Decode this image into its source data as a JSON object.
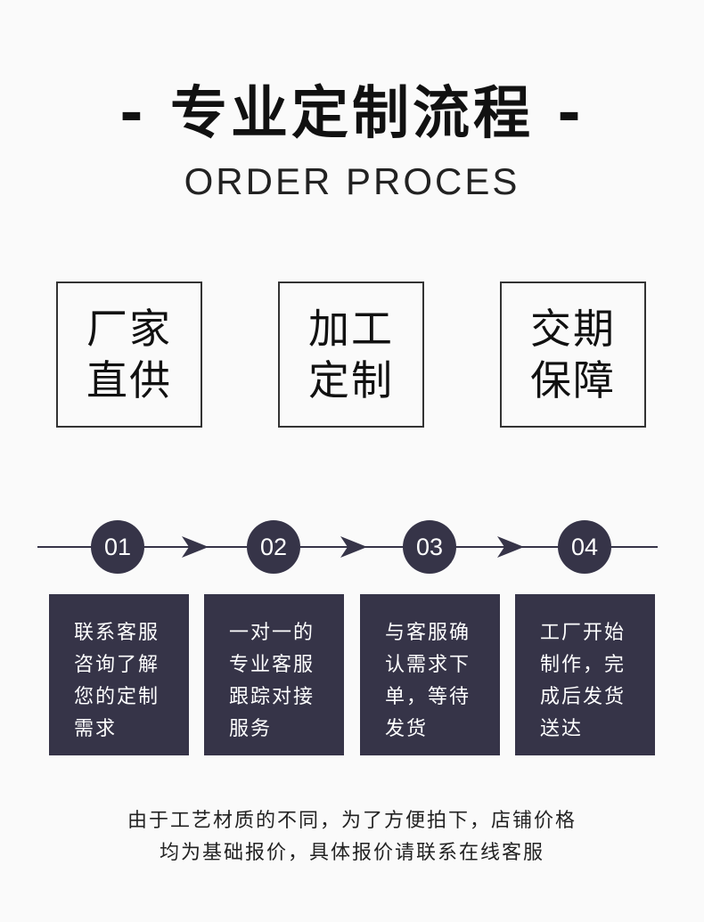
{
  "header": {
    "title": "- 专业定制流程 -",
    "subtitle": "ORDER PROCES"
  },
  "features": [
    {
      "line1": "厂家",
      "line2": "直供"
    },
    {
      "line1": "加工",
      "line2": "定制"
    },
    {
      "line1": "交期",
      "line2": "保障"
    }
  ],
  "steps": [
    {
      "number": "01",
      "lines": [
        "联系客服",
        "咨询了解",
        "您的定制",
        "需求"
      ]
    },
    {
      "number": "02",
      "lines": [
        "一对一的",
        "专业客服",
        "跟踪对接",
        "服务"
      ]
    },
    {
      "number": "03",
      "lines": [
        "与客服确",
        "认需求下",
        "单，等待",
        "发货"
      ]
    },
    {
      "number": "04",
      "lines": [
        "工厂开始",
        "制作，完",
        "成后发货",
        "送达"
      ]
    }
  ],
  "footer": {
    "line1": "由于工艺材质的不同，为了方便拍下，店铺价格",
    "line2": "均为基础报价，具体报价请联系在线客服"
  },
  "colors": {
    "accent": "#363448",
    "text": "#111111",
    "background": "#fafafa"
  }
}
